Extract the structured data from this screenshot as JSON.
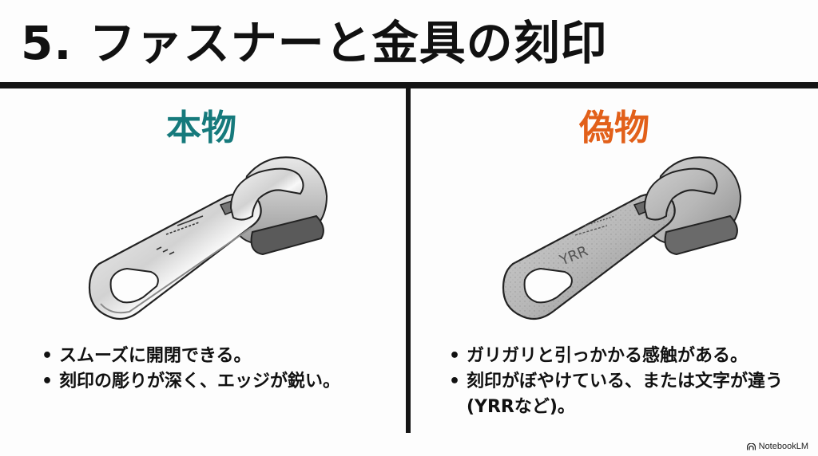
{
  "slide": {
    "title": "5. ファスナーと金具の刻印"
  },
  "columns": {
    "genuine": {
      "heading": "本物",
      "heading_color": "#167a7c",
      "image_alt": "滑らかな金属製ファスナーの引き手",
      "engraving_note": "sharp engraved markings",
      "bullets": [
        "スムーズに開閉できる。",
        "刻印の彫りが深く、エッジが鋭い。"
      ]
    },
    "fake": {
      "heading": "偽物",
      "heading_color": "#e2601a",
      "image_alt": "ざらついた金属製ファスナーの引き手",
      "engraving_text": "YRR",
      "bullets": [
        "ガリガリと引っかかる感触がある。",
        "刻印がぼやけている、または文字が違う (YRRなど)。"
      ]
    }
  },
  "footer": {
    "brand_label": "NotebookLM"
  }
}
